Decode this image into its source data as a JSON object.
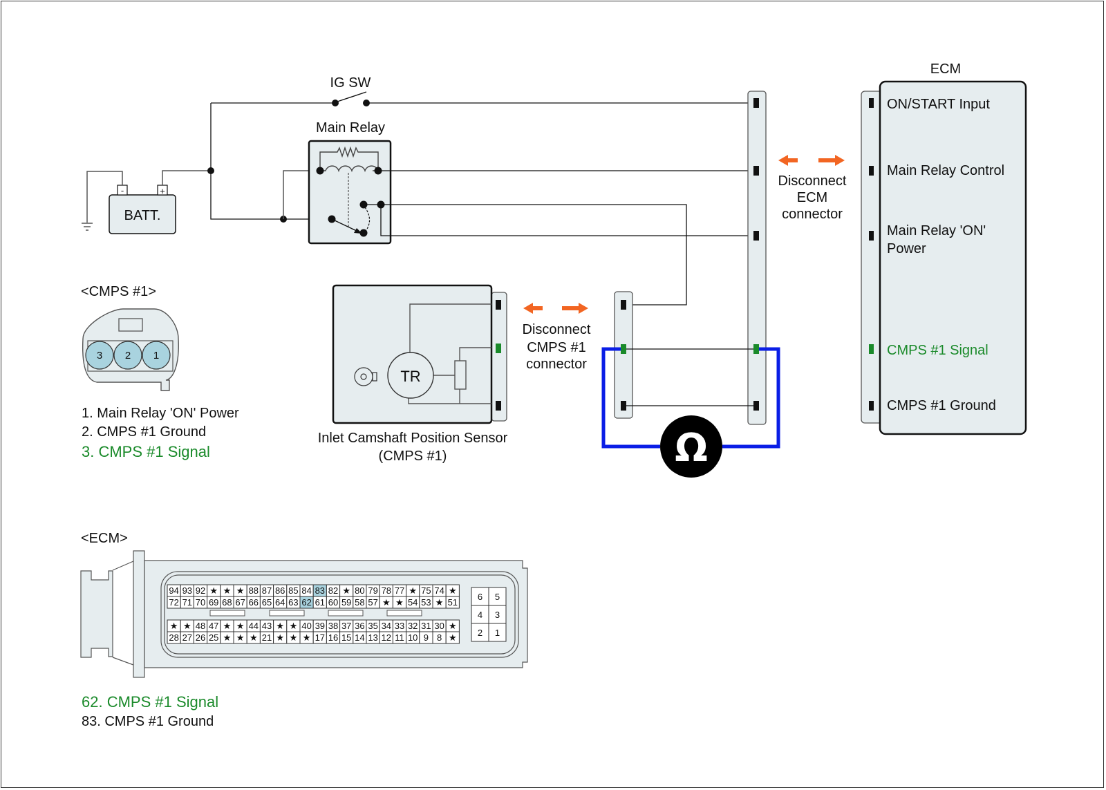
{
  "labels": {
    "ig_sw": "IG SW",
    "main_relay": "Main Relay",
    "battery": "BATT.",
    "battery_neg": "-",
    "battery_pos": "+",
    "ecm_title": "ECM",
    "disconnect_ecm": [
      "Disconnect",
      "ECM",
      "connector"
    ],
    "disconnect_cmps": [
      "Disconnect",
      "CMPS #1",
      "connector"
    ],
    "sensor_name": "Inlet Camshaft Position Sensor",
    "sensor_code": "(CMPS #1)",
    "sensor_element": "TR",
    "ohmmeter_symbol": "Ω"
  },
  "ecm_pins": [
    {
      "label": "ON/START Input",
      "highlight": false
    },
    {
      "label": "Main Relay Control",
      "highlight": false
    },
    {
      "label": "Main Relay 'ON'",
      "label2": "Power",
      "highlight": false
    },
    {
      "label": "CMPS #1 Signal",
      "highlight": true
    },
    {
      "label": "CMPS #1 Ground",
      "highlight": false
    }
  ],
  "cmps_connector": {
    "title": "<CMPS #1>",
    "pins": [
      "3",
      "2",
      "1"
    ],
    "legend": [
      {
        "text": "1. Main Relay 'ON' Power",
        "highlight": false
      },
      {
        "text": "2. CMPS #1 Ground",
        "highlight": false
      },
      {
        "text": "3. CMPS #1 Signal",
        "highlight": true
      }
    ]
  },
  "ecm_connector": {
    "title": "<ECM>",
    "rows": [
      [
        "94",
        "93",
        "92",
        "*",
        "*",
        "*",
        "88",
        "87",
        "86",
        "85",
        "84",
        "83",
        "82",
        "*",
        "80",
        "79",
        "78",
        "77",
        "*",
        "75",
        "74",
        "*"
      ],
      [
        "72",
        "71",
        "70",
        "69",
        "68",
        "67",
        "66",
        "65",
        "64",
        "63",
        "62",
        "61",
        "60",
        "59",
        "58",
        "57",
        "*",
        "*",
        "54",
        "53",
        "*",
        "51"
      ],
      [
        "*",
        "*",
        "48",
        "47",
        "*",
        "*",
        "44",
        "43",
        "*",
        "*",
        "40",
        "39",
        "38",
        "37",
        "36",
        "35",
        "34",
        "33",
        "32",
        "31",
        "30",
        "*"
      ],
      [
        "28",
        "27",
        "26",
        "25",
        "*",
        "*",
        "*",
        "21",
        "*",
        "*",
        "*",
        "17",
        "16",
        "15",
        "14",
        "13",
        "12",
        "11",
        "10",
        "9",
        "8",
        "*"
      ]
    ],
    "highlighted_pins": [
      "83",
      "62"
    ],
    "small_block": [
      [
        "6",
        "5"
      ],
      [
        "4",
        "3"
      ],
      [
        "2",
        "1"
      ]
    ],
    "legend": [
      {
        "text": "62. CMPS #1 Signal",
        "highlight": true
      },
      {
        "text": "83. CMPS #1 Ground",
        "highlight": false
      }
    ]
  },
  "colors": {
    "highlight_green": "#1a8a2a",
    "meter_blue": "#0a1ee6",
    "arrow_orange": "#f26522",
    "component_fill": "#e6edef",
    "pin_highlight": "#a9d3df"
  }
}
